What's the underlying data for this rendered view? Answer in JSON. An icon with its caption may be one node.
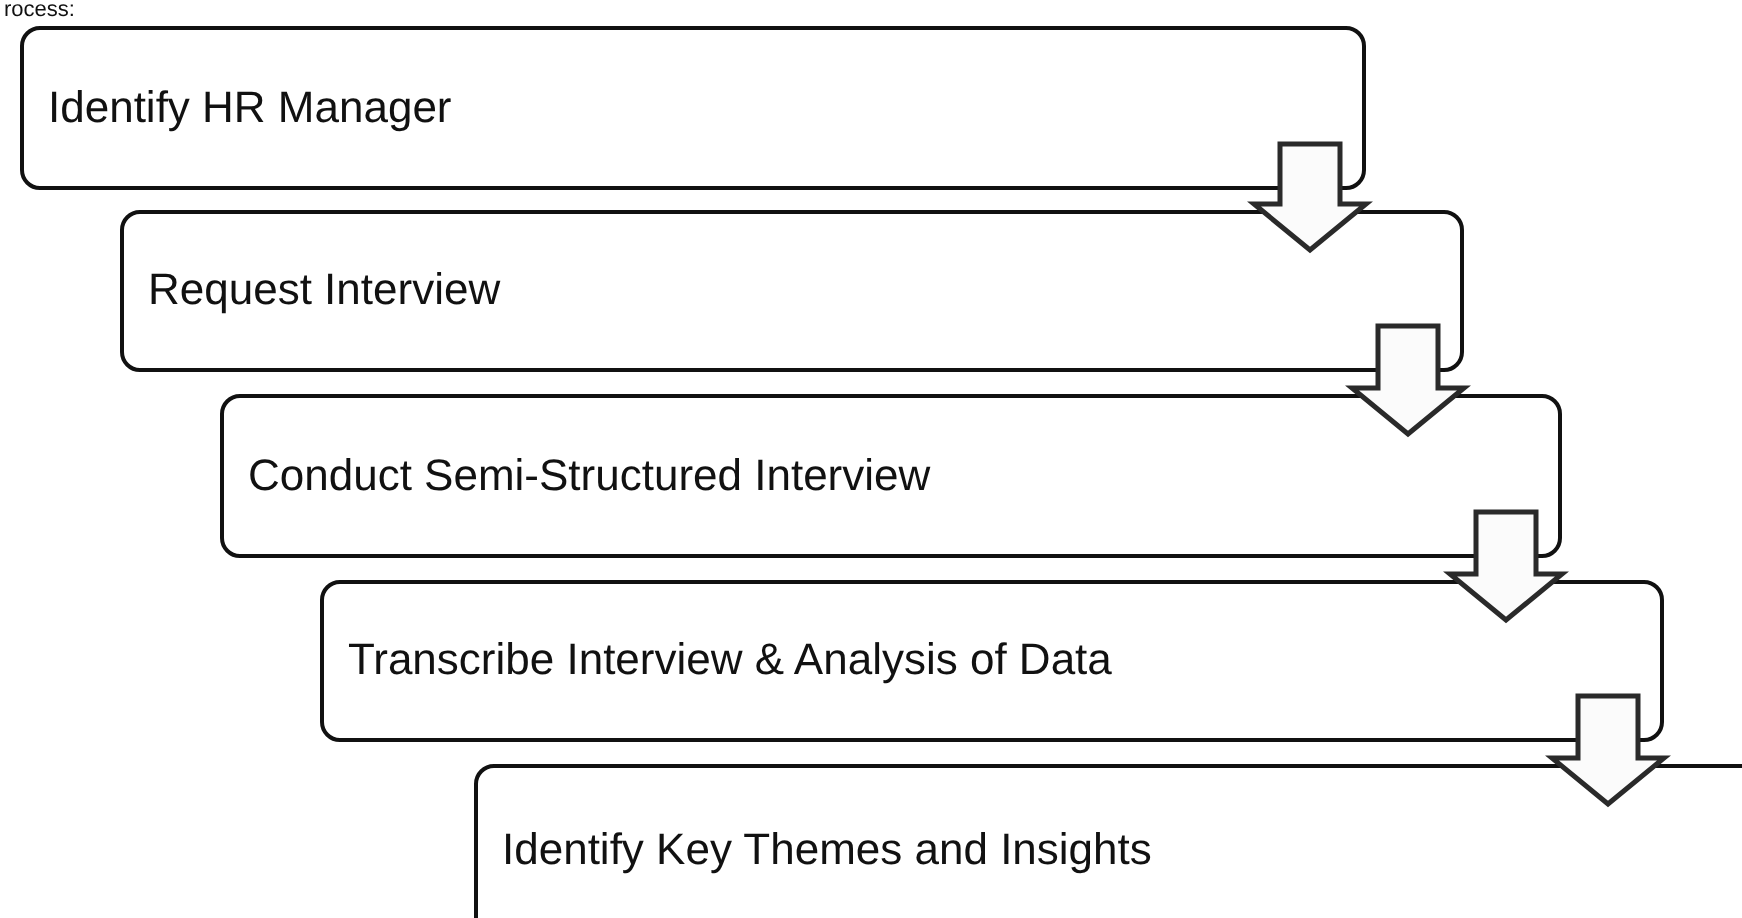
{
  "diagram": {
    "nodes": [
      {
        "text": [
          "Identify HR Manager"
        ]
      },
      {
        "text": [
          "Request Interview"
        ]
      },
      {
        "text": [
          "Conduct Semi-Structured Interview"
        ]
      },
      {
        "text": [
          "Transcribe Interview & Analysis of Data"
        ]
      },
      {
        "text": [
          "Identify Key Themes and Insights"
        ]
      }
    ],
    "edges": [
      {
        "from": 0,
        "to": 1,
        "arrow": "to"
      },
      {
        "from": 1,
        "to": 2,
        "arrow": "to"
      },
      {
        "from": 2,
        "to": 3,
        "arrow": "to"
      },
      {
        "from": 3,
        "to": 4,
        "arrow": "to"
      }
    ],
    "labels": [
      "rocess:"
    ]
  }
}
